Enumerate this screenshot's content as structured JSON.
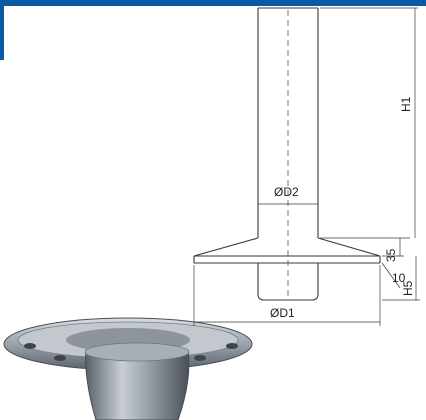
{
  "colors": {
    "accent": "#0a5aa6",
    "line": "#3a3a3a",
    "part_light": "#b7bdc4",
    "part_dark": "#4f5660"
  },
  "dimensions": {
    "h1": "H1",
    "d2": "ØD2",
    "v35": "35",
    "t10": "10",
    "h5": "H5",
    "d1": "ØD1"
  }
}
